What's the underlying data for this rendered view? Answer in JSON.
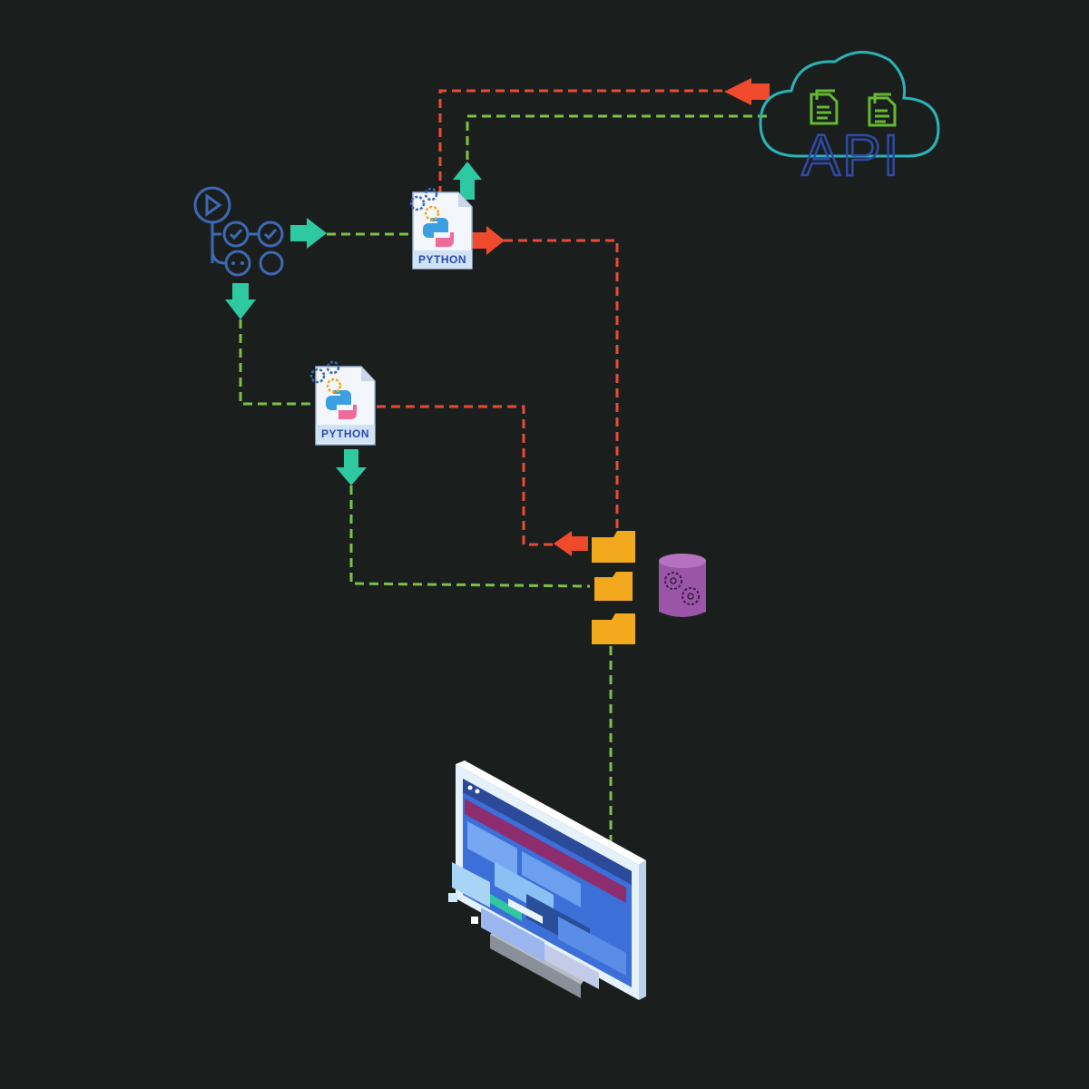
{
  "colors": {
    "background": "#1a1f1e",
    "green_line": "#7cc04a",
    "red_line": "#e84b35",
    "teal_arrow": "#2ec9a1",
    "red_arrow": "#f04a2c",
    "folder": "#f2a91e",
    "database": "#9b55a8",
    "cloud": "#2bb3b5",
    "api_text": "#2f4aa8",
    "doc_green": "#65b932",
    "workflow_blue": "#3d69b4"
  },
  "nodes": {
    "python_top": {
      "label": "PYTHON"
    },
    "python_bottom": {
      "label": "PYTHON"
    },
    "api_cloud": {
      "label": "API"
    }
  },
  "icons": {
    "workflow": "github-actions-workflow-icon",
    "python_file": "python-script-icon",
    "cloud": "cloud-api-icon",
    "folder": "folder-icon",
    "database": "database-gears-icon",
    "monitor": "web-dashboard-monitor-icon"
  }
}
